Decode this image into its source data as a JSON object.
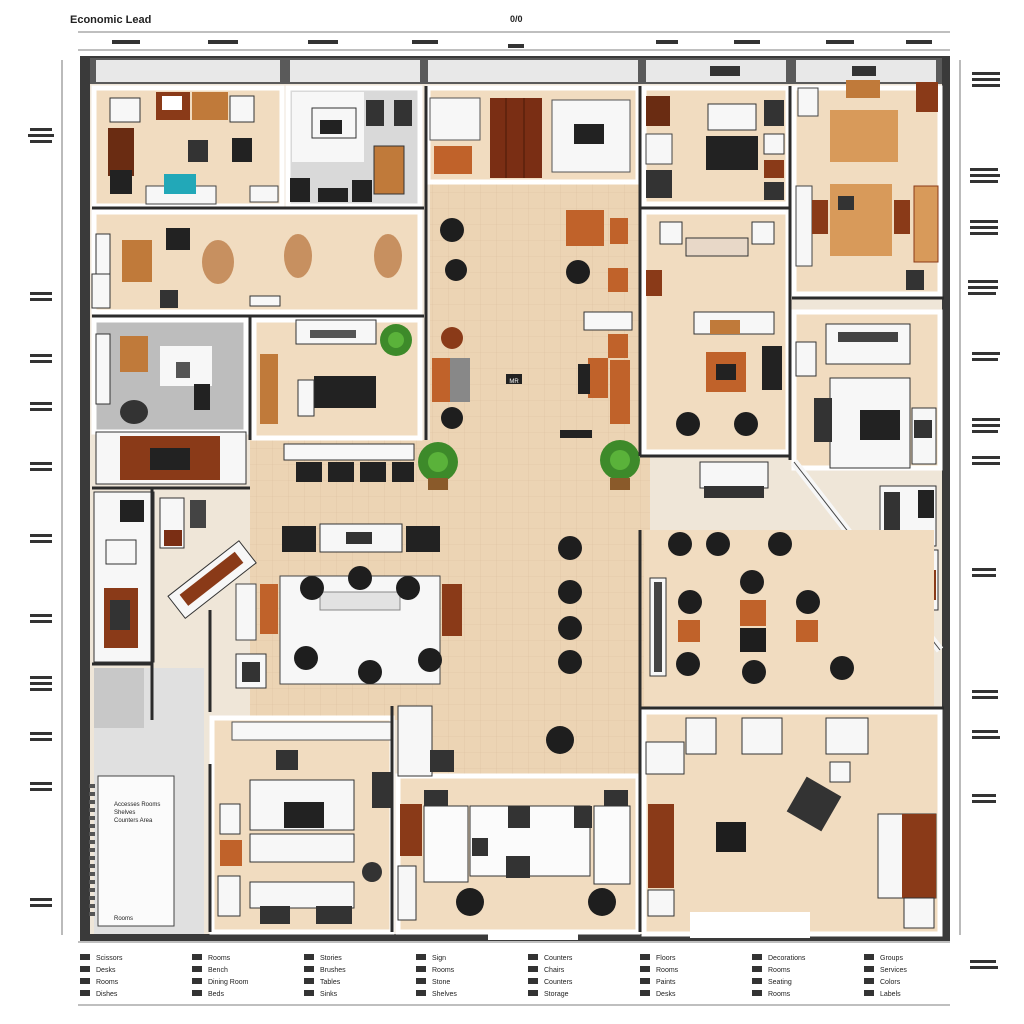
{
  "title": "Economic Lead",
  "scale_label": "0/0",
  "center_label": "MR",
  "colors": {
    "wall": "#2b2b2b",
    "floor_light": "#f1dcc0",
    "floor_corridor": "#ecd4b4",
    "floor_grey": "#d9d9d9",
    "wood": "#b86a2e",
    "dark_wood": "#6a2c12",
    "furniture_white": "#f7f7f7",
    "chair_black": "#1e1e1e",
    "plant": "#3d8a2a"
  },
  "legend_rows": [
    [
      "Scissors",
      "Rooms",
      "Stories",
      "Sign",
      "Counters",
      "Floors",
      "Decorations",
      "Groups"
    ],
    [
      "Desks",
      "Bench",
      "Brushes",
      "Rooms",
      "Chairs",
      "Rooms",
      "Rooms",
      "Services"
    ],
    [
      "Rooms",
      "Dining Room",
      "Tables",
      "Stone",
      "Counters",
      "Paints",
      "Seating",
      "Colors"
    ],
    [
      "Dishes",
      "Beds",
      "Sinks",
      "Shelves",
      "Storage",
      "Desks",
      "Rooms",
      "Labels"
    ]
  ],
  "notes_block": [
    "Accesses Rooms",
    "Shelves",
    "Counters Area",
    "Rooms"
  ]
}
